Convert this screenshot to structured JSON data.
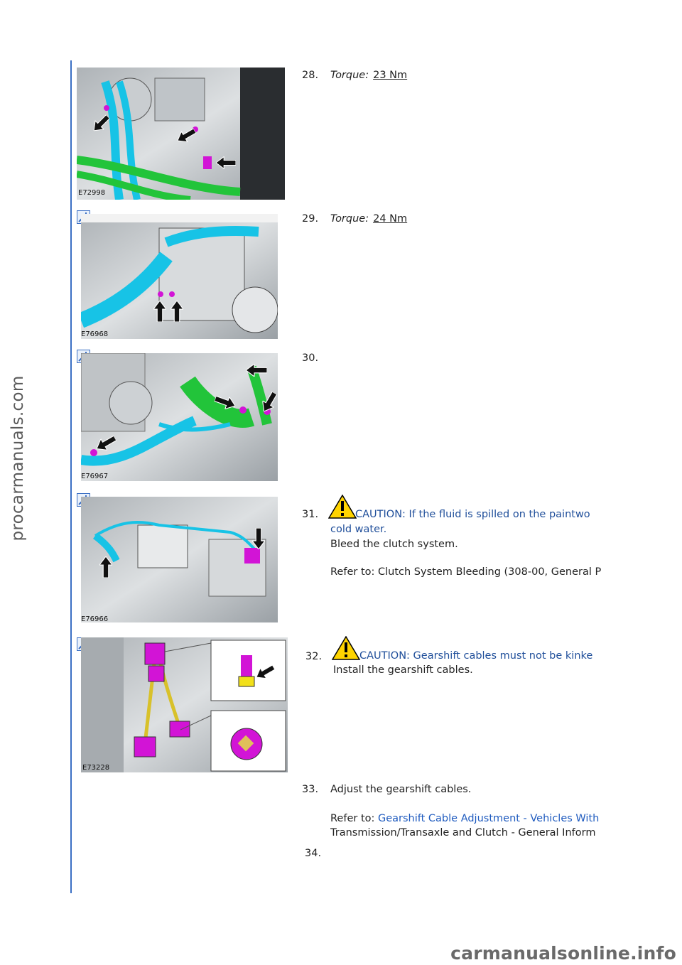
{
  "watermarks": {
    "left": "procarmanuals.com",
    "bottom": "carmanualsonline.info"
  },
  "colors": {
    "rule": "#3b6fc4",
    "caution_text": "#1f4e9a",
    "link_text": "#1f5bbf",
    "hose_blue": "#17c3e6",
    "hose_green": "#22c43a",
    "clip_magenta": "#d214d6"
  },
  "icons": {
    "zoom": "zoom-in-icon",
    "caution": "warning-triangle-icon"
  },
  "steps": [
    {
      "number": "28.",
      "image_code": "E72998",
      "torque_label": "Torque:",
      "torque_value": "23 Nm"
    },
    {
      "number": "29.",
      "image_code": "E76968",
      "torque_label": "Torque:",
      "torque_value": "24 Nm"
    },
    {
      "number": "30.",
      "image_code": "E76967"
    },
    {
      "number": "31.",
      "image_code": "E76966",
      "caution_line1": "CAUTION: If the fluid is spilled on the paintwo",
      "caution_line2": "cold water.",
      "instruction": "Bleed the clutch system.",
      "refer": "Refer to: Clutch System Bleeding (308-00, General P"
    },
    {
      "number": "32.",
      "image_code": "E73228",
      "caution_line1": "CAUTION: Gearshift cables must not be kinke",
      "instruction": "Install the gearshift cables."
    },
    {
      "number": "33.",
      "instruction": "Adjust the gearshift cables.",
      "refer_prefix": "Refer to:",
      "refer_link": "Gearshift Cable Adjustment - Vehicles With",
      "refer_line2": "Transmission/Transaxle and Clutch - General Inform"
    },
    {
      "number": "34."
    }
  ]
}
